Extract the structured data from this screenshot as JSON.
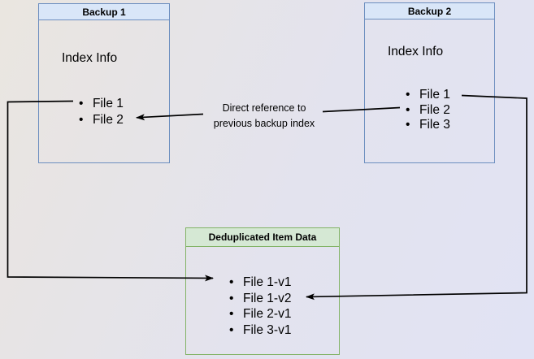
{
  "nodes": {
    "backup1": {
      "title": "Backup 1",
      "section": "Index Info",
      "files": [
        "File 1",
        "File 2"
      ]
    },
    "backup2": {
      "title": "Backup 2",
      "section": "Index Info",
      "files": [
        "File 1",
        "File 2",
        "File 3"
      ]
    },
    "dedup": {
      "title": "Deduplicated Item Data",
      "files": [
        "File 1-v1",
        "File 1-v2",
        "File 2-v1",
        "File 3-v1"
      ]
    }
  },
  "edges": {
    "reference_label_line1": "Direct reference to",
    "reference_label_line2": "previous backup index"
  },
  "bullet_glyph": "•",
  "colors": {
    "blue_fill": "#d9e6f8",
    "blue_border": "#6c8ebf",
    "green_fill": "#d5e8d4",
    "green_border": "#82b366",
    "arrow": "#000000",
    "background_top_left": "#eae6e0",
    "background_bottom_right": "#e1e3f4"
  }
}
